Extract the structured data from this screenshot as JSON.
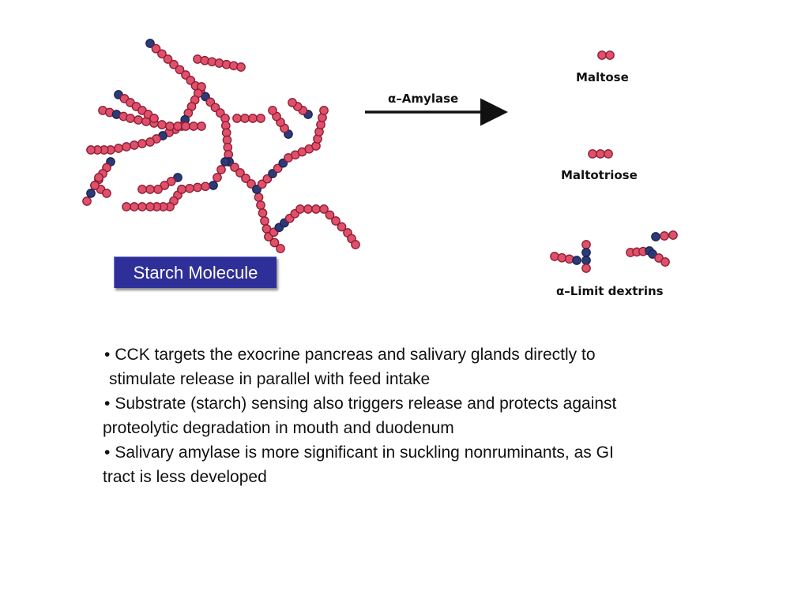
{
  "diagram": {
    "source_label": "Starch Molecule",
    "enzyme": "α–Amylase",
    "products": [
      {
        "name": "Maltose",
        "units": 2
      },
      {
        "name": "Maltotriose",
        "units": 3
      },
      {
        "name": "α–Limit dextrins",
        "units": 8
      }
    ],
    "colors": {
      "glucose": "#e0506a",
      "glucose_outline": "#8a1c32",
      "branch_point": "#2d3a78",
      "label_bg": "#2f2f99"
    }
  },
  "bullets": [
    {
      "line1": "CCK targets the exocrine pancreas and salivary glands directly to",
      "line2": "stimulate release in parallel with feed intake"
    },
    {
      "line1": "Substrate (starch) sensing also triggers release and protects against",
      "line2": "proteolytic degradation in mouth and duodenum"
    },
    {
      "line1": "Salivary amylase is more significant in suckling nonruminants, as GI",
      "line2": "tract is less developed"
    }
  ]
}
